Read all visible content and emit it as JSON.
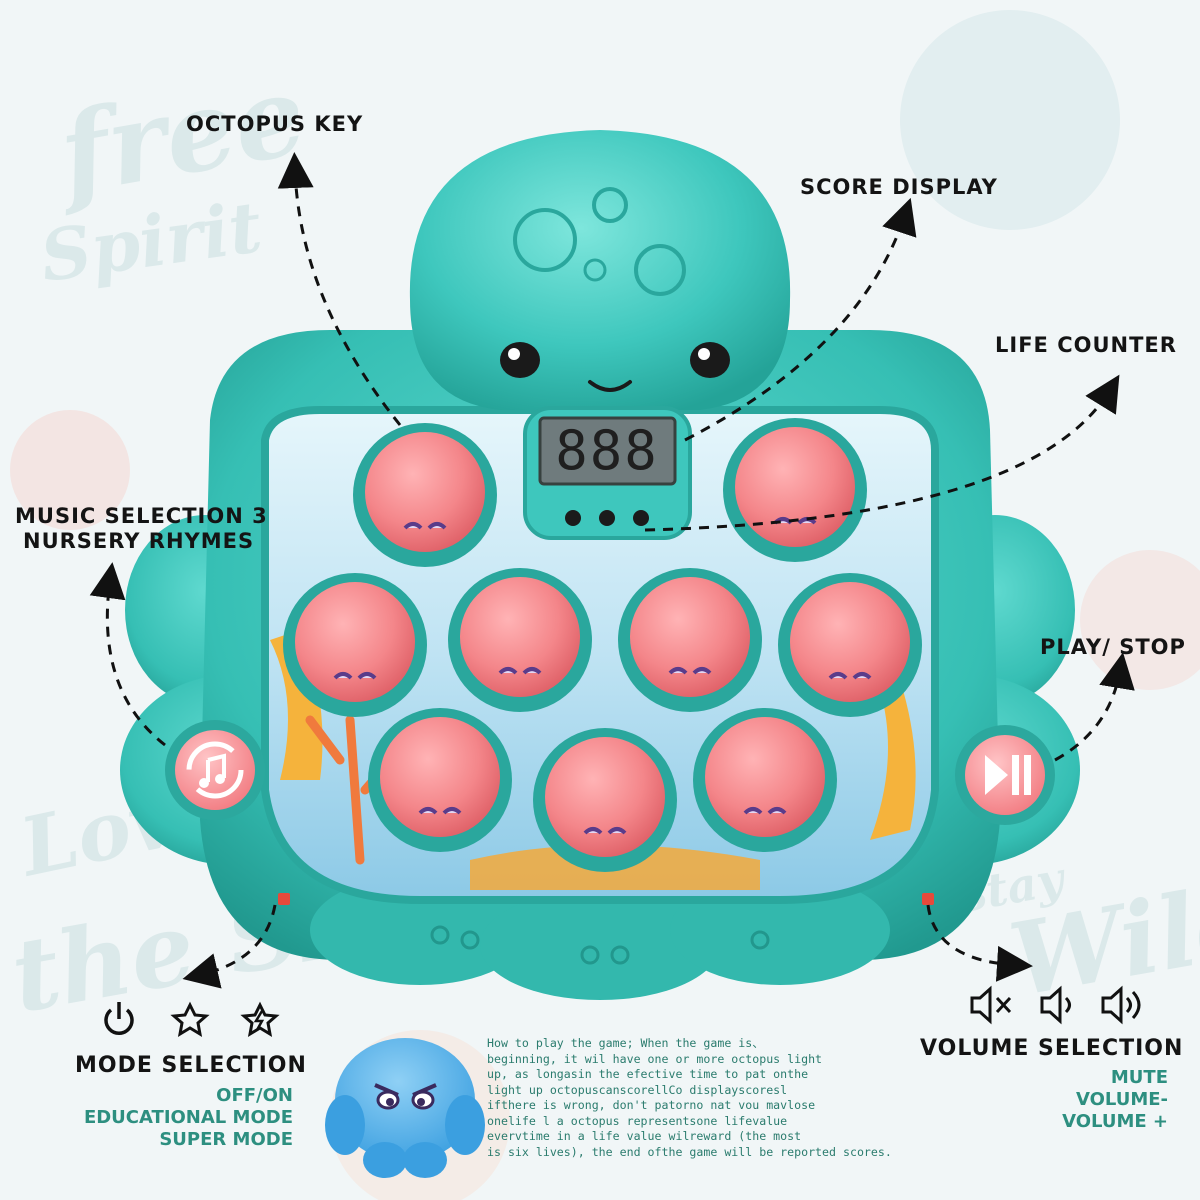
{
  "background_words": [
    "free",
    "Spirit",
    "Love",
    "the SEA",
    "stay",
    "Wild"
  ],
  "labels": {
    "octopus_key": "OCTOPUS KEY",
    "score_display": "SCORE DISPLAY",
    "life_counter": "LIFE COUNTER",
    "music_selection_line1": "MUSIC SELECTION 3",
    "music_selection_line2": "NURSERY RHYMES",
    "play_stop": "PLAY/ STOP",
    "mode_selection": "MODE SELECTION",
    "volume_selection": "VOLUME SELECTION"
  },
  "mode_options": [
    "OFF/ON",
    "EDUCATIONAL MODE",
    "SUPER MODE"
  ],
  "volume_options": [
    "MUTE",
    "VOLUME-",
    "VOLUME +"
  ],
  "score_digits": "888",
  "how_to_play": [
    "How to play the game; When the game is、",
    "beginning, it wil have one or more octopus light",
    "up, as longasin the efective time to pat onthe",
    "light up octopuscanscorellCo displayscoresl",
    "ifthere is wrong, don't patorno nat vou mavlose",
    "onelife l a octopus representsone lifevalue",
    "evervtime in a life value wilreward (the most",
    "is six lives), the end ofthe game will be reported scores."
  ],
  "icons": {
    "mode": [
      "power-icon",
      "star-icon",
      "lightning-star-icon"
    ],
    "volume": [
      "mute-icon",
      "volume-down-icon",
      "volume-up-icon"
    ],
    "music_button": "music-note-icon",
    "play_button": "play-pause-icon"
  },
  "colors": {
    "body": "#3ec7bd",
    "body_dark": "#2aa79d",
    "mole": "#f4868a",
    "mole_dark": "#e66c72",
    "label_text": "#141414",
    "option_text": "#2d8f80"
  }
}
